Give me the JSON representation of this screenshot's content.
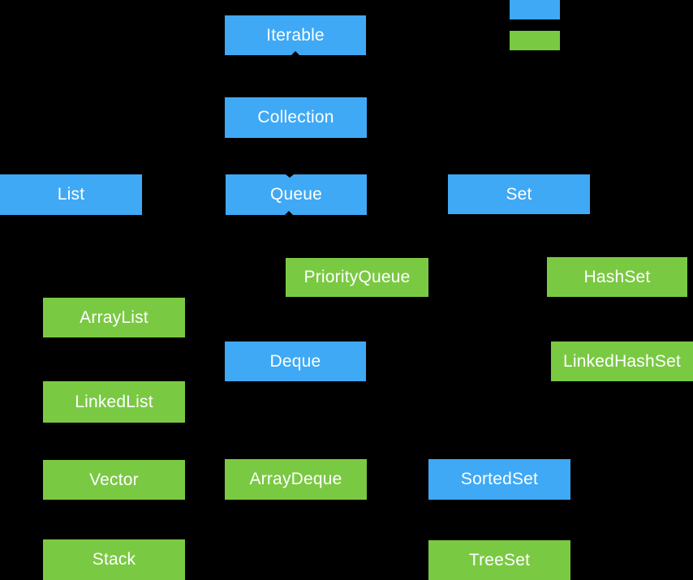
{
  "diagram": {
    "description": "Java Collections Framework hierarchy",
    "colors": {
      "background": "#000000",
      "interface": "#3FA9F5",
      "class": "#7AC943",
      "text": "#FFFFFF"
    },
    "legend": {
      "swatches": [
        {
          "id": "interface-swatch",
          "type": "interface",
          "label": ""
        },
        {
          "id": "class-swatch",
          "type": "class",
          "label": ""
        }
      ]
    },
    "nodes": [
      {
        "id": "iterable",
        "label": "Iterable",
        "type": "interface"
      },
      {
        "id": "collection",
        "label": "Collection",
        "type": "interface"
      },
      {
        "id": "list",
        "label": "List",
        "type": "interface"
      },
      {
        "id": "queue",
        "label": "Queue",
        "type": "interface"
      },
      {
        "id": "set",
        "label": "Set",
        "type": "interface"
      },
      {
        "id": "priorityqueue",
        "label": "PriorityQueue",
        "type": "class"
      },
      {
        "id": "hashset",
        "label": "HashSet",
        "type": "class"
      },
      {
        "id": "arraylist",
        "label": "ArrayList",
        "type": "class"
      },
      {
        "id": "deque",
        "label": "Deque",
        "type": "interface"
      },
      {
        "id": "linkedhashset",
        "label": "LinkedHashSet",
        "type": "class"
      },
      {
        "id": "linkedlist",
        "label": "LinkedList",
        "type": "class"
      },
      {
        "id": "vector",
        "label": "Vector",
        "type": "class"
      },
      {
        "id": "arraydeque",
        "label": "ArrayDeque",
        "type": "class"
      },
      {
        "id": "sortedset",
        "label": "SortedSet",
        "type": "interface"
      },
      {
        "id": "stack",
        "label": "Stack",
        "type": "class"
      },
      {
        "id": "treeset",
        "label": "TreeSet",
        "type": "class"
      }
    ]
  }
}
